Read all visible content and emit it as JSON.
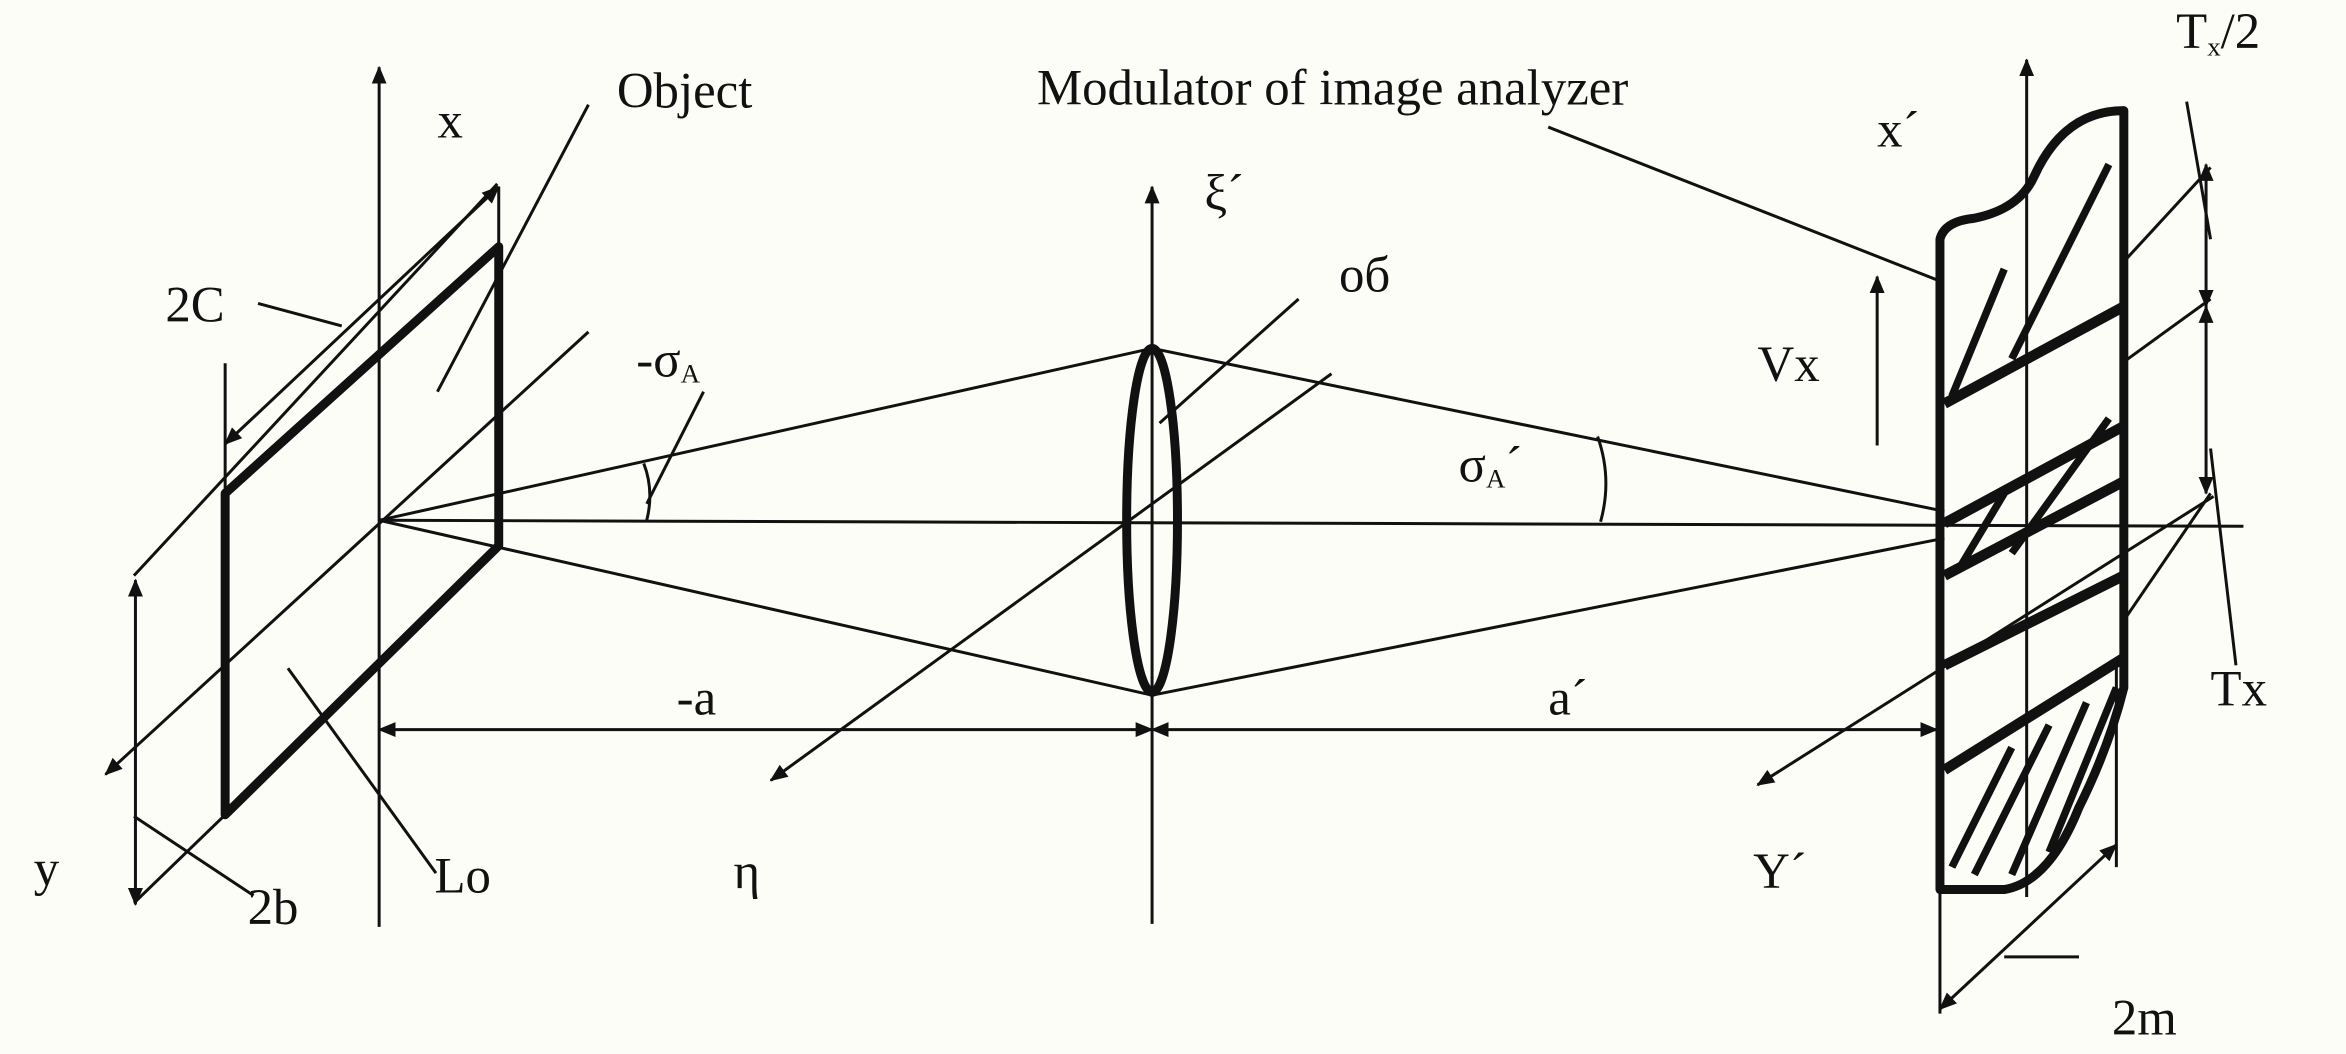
{
  "labels": {
    "object": "Object",
    "modulator": "Modulator of image analyzer",
    "x": "x",
    "y": "y",
    "two_c": "2C",
    "two_b": "2b",
    "lo": "Lo",
    "minus_sigma_a": "-σ",
    "minus_sigma_a_sub": "A",
    "minus_a": "-a",
    "eta": "η",
    "xi_prime": "ξ´",
    "ob": "об",
    "sigma_a_prime": "σ",
    "sigma_a_prime_sub": "A",
    "sigma_a_prime_mark": "´",
    "a_prime": "a´",
    "vx": "Vx",
    "y_prime": "Y´",
    "x_prime": "x´",
    "tx_half": "T",
    "tx_half_sub": "x",
    "tx_half_tail": "/2",
    "tx": "Tx",
    "two_m": "2m"
  },
  "colors": {
    "ink": "#111111",
    "paper": "#fdfdf8"
  }
}
